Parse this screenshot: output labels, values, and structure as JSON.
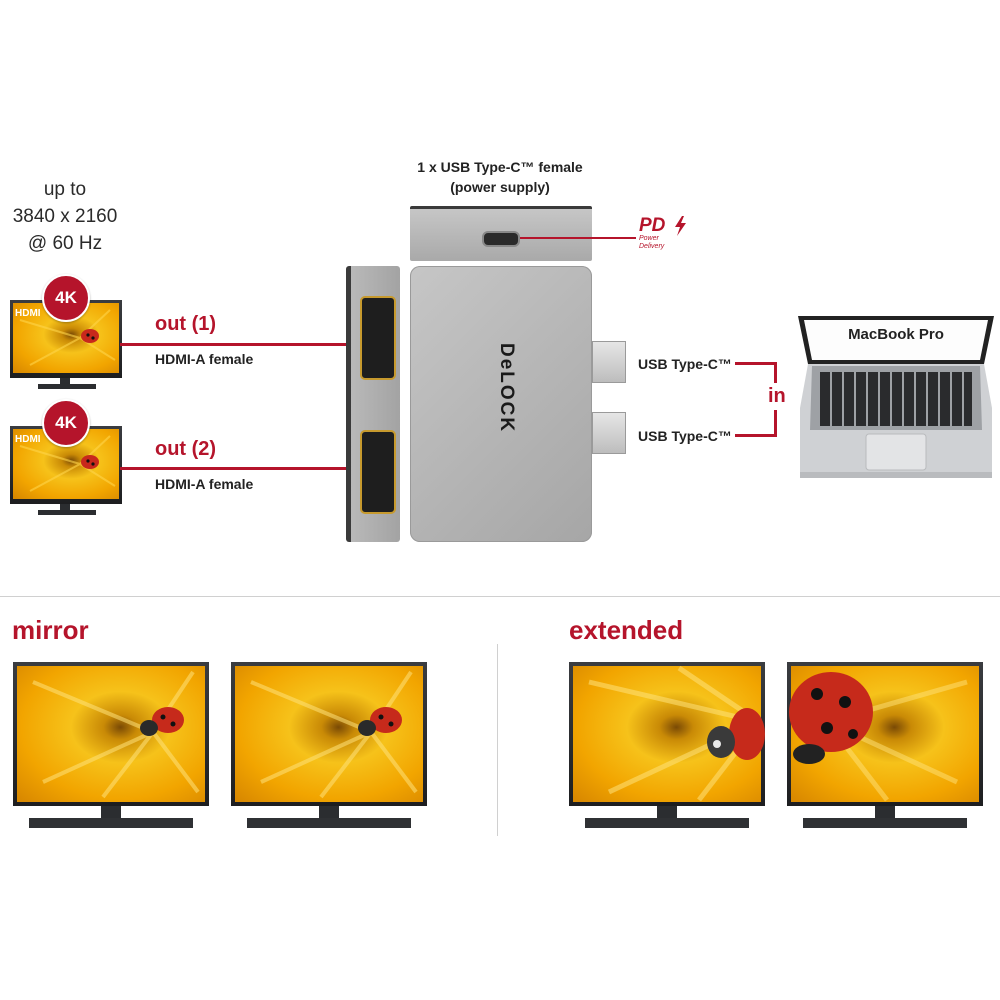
{
  "resolution": {
    "line1": "up to",
    "line2": "3840 x 2160",
    "line3": "@ 60 Hz"
  },
  "outputs": [
    {
      "badge": "4K",
      "screen_label": "HDMI",
      "name": "out (1)",
      "port": "HDMI-A female"
    },
    {
      "badge": "4K",
      "screen_label": "HDMI",
      "name": "out (2)",
      "port": "HDMI-A female"
    }
  ],
  "power": {
    "line1": "1 x USB Type-C™ female",
    "line2": "(power supply)",
    "pd_mark": "PD",
    "pd_sub1": "Power",
    "pd_sub2": "Delivery"
  },
  "adapter": {
    "logo": "DeLOCK"
  },
  "inputs": {
    "port1": "USB Type-C™",
    "port2": "USB Type-C™",
    "label": "in"
  },
  "laptop": {
    "name": "MacBook Pro"
  },
  "modes": {
    "mirror": "mirror",
    "extended": "extended"
  },
  "colors": {
    "accent": "#b5142b",
    "device_body": "#b4b4b4",
    "screen_yellow": "#f2b705"
  }
}
